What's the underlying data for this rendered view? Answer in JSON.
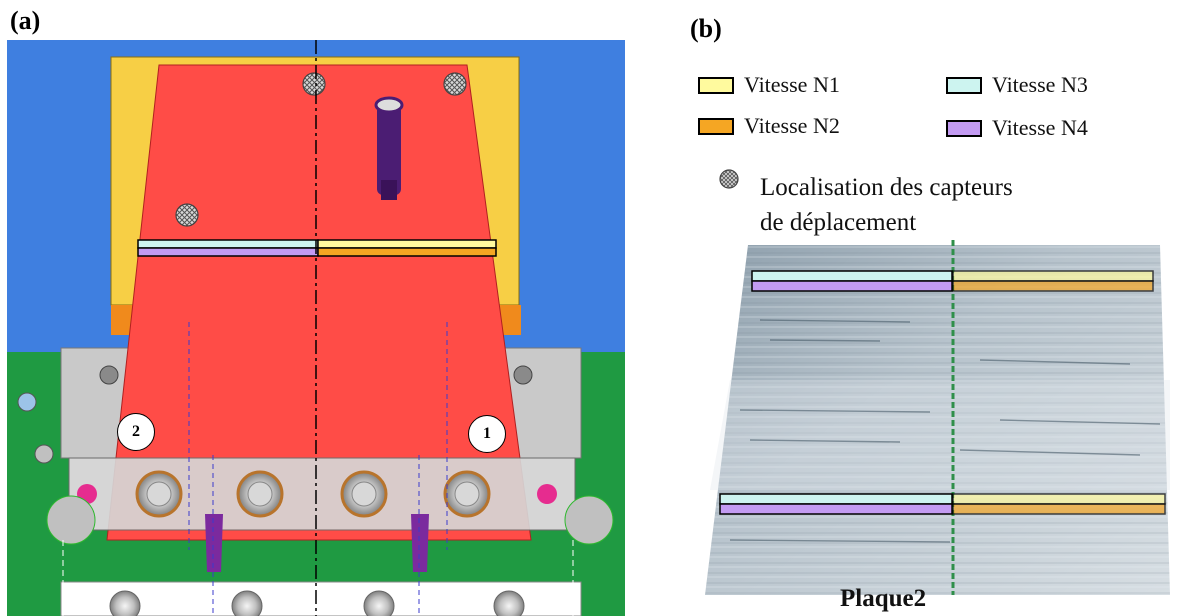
{
  "panel_a": {
    "label": "(a)",
    "markers": [
      "2",
      "1"
    ]
  },
  "panel_b": {
    "label": "(b)",
    "legend": [
      {
        "label": "Vitesse N1",
        "color": "#fffa9e"
      },
      {
        "label": "Vitesse N3",
        "color": "#cdf4f0"
      },
      {
        "label": "Vitesse N2",
        "color": "#f5a623"
      },
      {
        "label": "Vitesse N4",
        "color": "#c39bf2"
      }
    ],
    "sensor_legend": {
      "line1": "Localisation des capteurs",
      "line2": "de déplacement",
      "icon": "crosshatch-circle-icon"
    },
    "plate_title": "Plaque2"
  },
  "colors": {
    "sky": "#3f7fe0",
    "ground": "#1f9a42",
    "plate": "#ff4c47",
    "frame": "#f7cf45",
    "steel": "#c9c9c9"
  }
}
